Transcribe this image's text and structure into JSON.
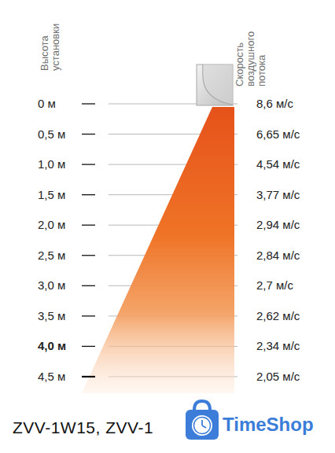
{
  "diagram": {
    "labels": [
      "Высота установки",
      "Скорость воздушного потока",
      "0 м",
      "0,5 м",
      "1,0 м",
      "1,5 м",
      "2,0 м",
      "2,5 м",
      "3,0 м",
      "3,5 м",
      "4,0 м",
      "4,5 м",
      "8,6 м/с",
      "6,65 м/с",
      "4,54 м/с",
      "3,77 м/с",
      "2,94 м/с",
      "2,84 м/с",
      "2,7 м/с",
      "2,62 м/с",
      "2,34 м/с",
      "2,05 м/с",
      "ZVV-1W15, ZVV-1",
      "TimeShop"
    ]
  }
}
